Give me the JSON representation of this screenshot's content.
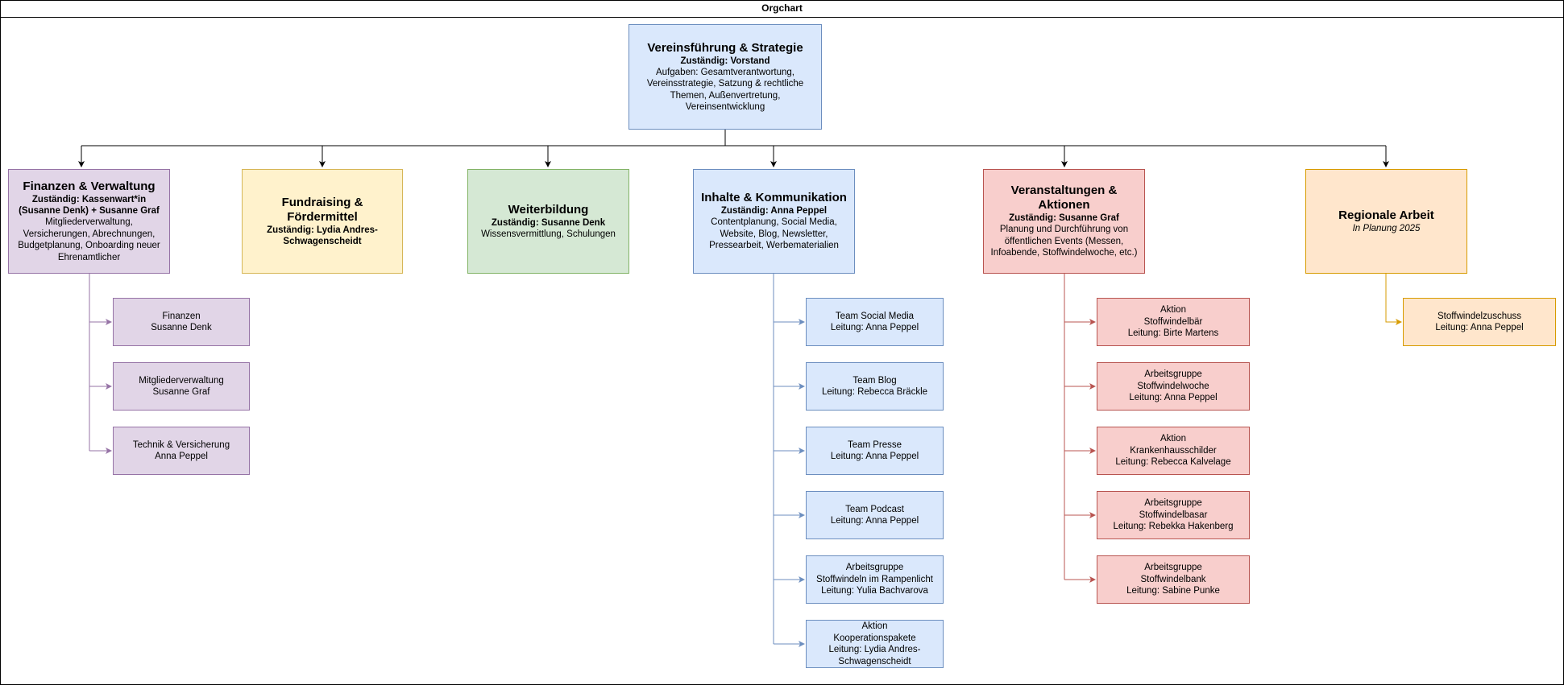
{
  "title": "Orgchart",
  "colors": {
    "blue_fill": "#dae8fc",
    "blue_stroke": "#6c8ebf",
    "purple_fill": "#e1d5e7",
    "purple_stroke": "#9673a6",
    "yellow_fill": "#fff2cc",
    "yellow_stroke": "#d6b656",
    "green_fill": "#d5e8d4",
    "green_stroke": "#82b366",
    "red_fill": "#f8cecc",
    "red_stroke": "#b85450",
    "orange_fill": "#ffe6cc",
    "orange_stroke": "#d79b00"
  },
  "root": {
    "title": "Vereinsführung & Strategie",
    "responsible": "Zuständig: Vorstand",
    "description": "Aufgaben: Gesamtverantwortung, Vereinsstrategie, Satzung & rechtliche Themen, Außenvertretung, Vereinsentwicklung"
  },
  "departments": {
    "finanzen": {
      "title": "Finanzen & Verwaltung",
      "responsible": "Zuständig: Kassenwart*in (Susanne Denk) + Susanne Graf",
      "description": "Mitgliederverwaltung, Versicherungen, Abrechnungen, Budgetplanung, Onboarding neuer Ehrenamtlicher",
      "teams": [
        {
          "line1": "Finanzen",
          "line2": "Susanne Denk"
        },
        {
          "line1": "Mitgliederverwaltung",
          "line2": "Susanne Graf"
        },
        {
          "line1": "Technik & Versicherung",
          "line2": "Anna Peppel"
        }
      ]
    },
    "fundraising": {
      "title": "Fundraising & Fördermittel",
      "responsible": "Zuständig: Lydia Andres-Schwagenscheidt"
    },
    "weiterbildung": {
      "title": "Weiterbildung",
      "responsible": "Zuständig: Susanne Denk",
      "description": "Wissensvermittlung, Schulungen"
    },
    "inhalte": {
      "title": "Inhalte & Kommunikation",
      "responsible": "Zuständig: Anna Peppel",
      "description": "Contentplanung, Social Media, Website, Blog, Newsletter, Pressearbeit, Werbematerialien",
      "teams": [
        {
          "line1": "Team Social Media",
          "line2": "Leitung: Anna Peppel"
        },
        {
          "line1": "Team Blog",
          "line2": "Leitung: Rebecca Bräckle"
        },
        {
          "line1": "Team Presse",
          "line2": "Leitung: Anna Peppel"
        },
        {
          "line1": "Team Podcast",
          "line2": "Leitung: Anna Peppel"
        },
        {
          "line1": "Arbeitsgruppe",
          "line2": "Stoffwindeln im Rampenlicht",
          "line3": "Leitung: Yulia Bachvarova"
        },
        {
          "line1": "Aktion",
          "line2": "Kooperationspakete",
          "line3": "Leitung: Lydia Andres-Schwagenscheidt"
        }
      ]
    },
    "veranstaltungen": {
      "title": "Veranstaltungen & Aktionen",
      "responsible": "Zuständig: Susanne Graf",
      "description": "Planung und Durchführung von öffentlichen Events (Messen, Infoabende, Stoffwindelwoche, etc.)",
      "teams": [
        {
          "line1": "Aktion",
          "line2": "Stoffwindelbär",
          "line3": "Leitung: Birte Martens"
        },
        {
          "line1": "Arbeitsgruppe",
          "line2": "Stoffwindelwoche",
          "line3": "Leitung: Anna Peppel"
        },
        {
          "line1": "Aktion",
          "line2": "Krankenhausschilder",
          "line3": "Leitung: Rebecca Kalvelage"
        },
        {
          "line1": "Arbeitsgruppe",
          "line2": "Stoffwindelbasar",
          "line3": "Leitung: Rebekka Hakenberg"
        },
        {
          "line1": "Arbeitsgruppe",
          "line2": "Stoffwindelbank",
          "line3": "Leitung: Sabine Punke"
        }
      ]
    },
    "regional": {
      "title": "Regionale Arbeit",
      "note": "In Planung 2025",
      "teams": [
        {
          "line1": "Stoffwindelzuschuss",
          "line2": "Leitung: Anna Peppel"
        }
      ]
    }
  }
}
